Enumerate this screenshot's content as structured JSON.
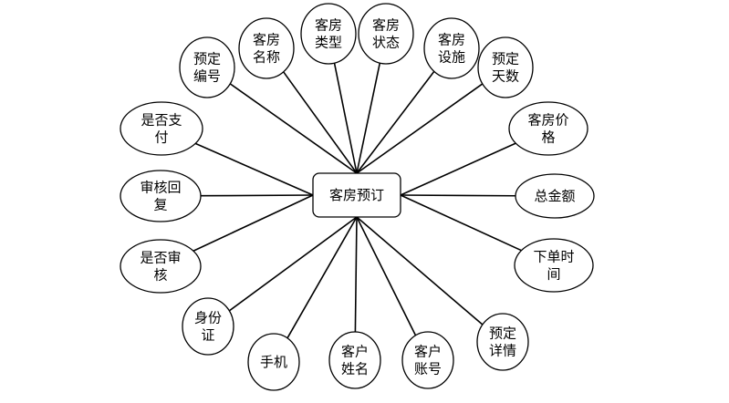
{
  "center": {
    "label": "客房预订"
  },
  "attributes": [
    {
      "id": "booking-number",
      "lines": [
        "预定",
        "编号"
      ]
    },
    {
      "id": "room-name",
      "lines": [
        "客房",
        "名称"
      ]
    },
    {
      "id": "room-type",
      "lines": [
        "客房",
        "类型"
      ]
    },
    {
      "id": "room-status",
      "lines": [
        "客房",
        "状态"
      ]
    },
    {
      "id": "room-facilities",
      "lines": [
        "客房",
        "设施"
      ]
    },
    {
      "id": "booking-days",
      "lines": [
        "预定",
        "天数"
      ]
    },
    {
      "id": "room-price",
      "lines": [
        "客房价",
        "格"
      ]
    },
    {
      "id": "total-amount",
      "lines": [
        "总金额"
      ]
    },
    {
      "id": "order-time",
      "lines": [
        "下单时",
        "间"
      ]
    },
    {
      "id": "booking-details",
      "lines": [
        "预定",
        "详情"
      ]
    },
    {
      "id": "customer-account",
      "lines": [
        "客户",
        "账号"
      ]
    },
    {
      "id": "customer-name",
      "lines": [
        "客户",
        "姓名"
      ]
    },
    {
      "id": "phone",
      "lines": [
        "手机"
      ]
    },
    {
      "id": "id-card",
      "lines": [
        "身份",
        "证"
      ]
    },
    {
      "id": "is-reviewed",
      "lines": [
        "是否审",
        "核"
      ]
    },
    {
      "id": "review-reply",
      "lines": [
        "审核回",
        "复"
      ]
    },
    {
      "id": "is-paid",
      "lines": [
        "是否支",
        "付"
      ]
    }
  ]
}
